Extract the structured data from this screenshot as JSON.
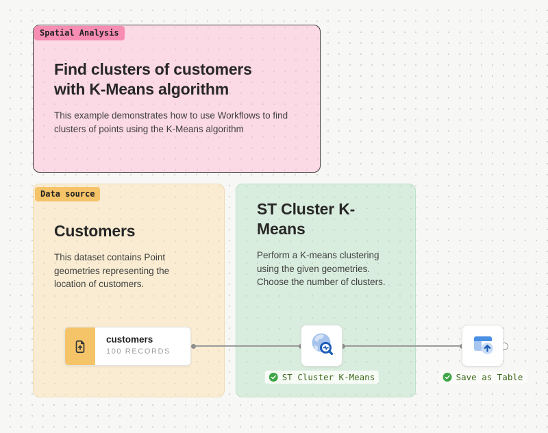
{
  "notes": {
    "spatial": {
      "badge": "Spatial Analysis",
      "title": "Find clusters of customers with K-Means algorithm",
      "description": "This example demonstrates how to use Workflows to find clusters of points using the K-Means algorithm",
      "badge_color": "#f78db2",
      "background": "#fbd9e5"
    },
    "data_source": {
      "badge": "Data source",
      "title": "Customers",
      "description": "This dataset contains Point geometries representing the location of customers.",
      "badge_color": "#f5c368",
      "background": "#f9ecd2"
    },
    "cluster": {
      "title": "ST Cluster K-Means",
      "description": "Perform a K-means clustering using the given geometries. Choose the number of clusters.",
      "background": "#d9edde"
    }
  },
  "nodes": {
    "source": {
      "name": "customers",
      "meta": "100 RECORDS",
      "icon": "file-upload-icon",
      "accent": "#f5c469"
    },
    "cluster": {
      "label": "ST Cluster K-Means",
      "status": "success",
      "icon": "globe-analysis-icon"
    },
    "save": {
      "label": "Save as Table",
      "status": "success",
      "icon": "table-upload-icon"
    }
  },
  "colors": {
    "canvas_bg": "#f7f7f5",
    "grid_dot": "#d5d5d2",
    "edge": "#9b9b9b",
    "success": "#3fa547",
    "label_text": "#3e691c",
    "icon_blue": "#1c5cb8"
  }
}
